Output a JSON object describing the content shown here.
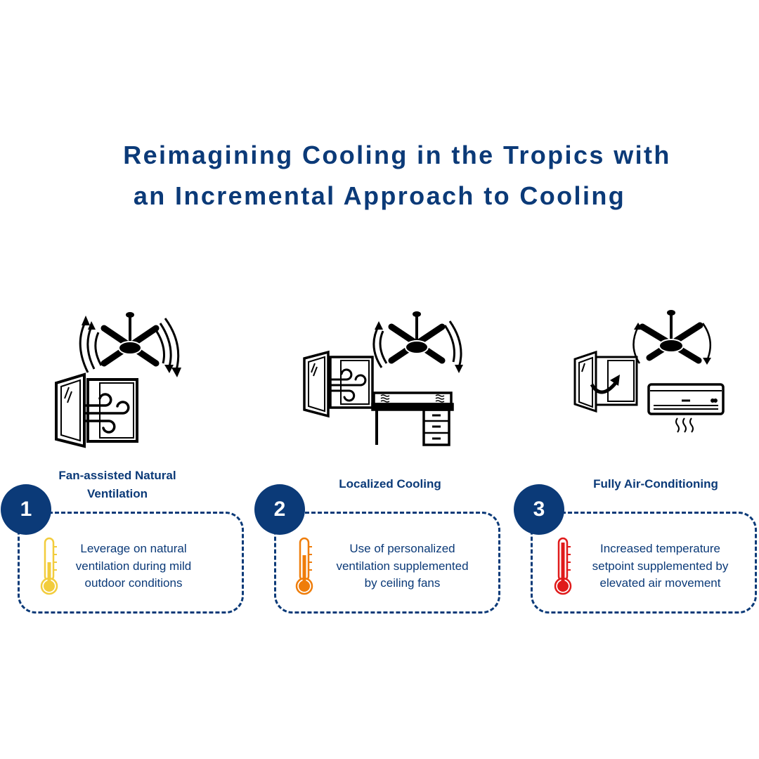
{
  "title": {
    "line1": "Reimagining Cooling in the Tropics with",
    "line2": "an Incremental Approach to Cooling"
  },
  "colors": {
    "primary": "#0b3a78",
    "thermo_mild": "#f2cc3c",
    "thermo_warm": "#ef7d0a",
    "thermo_hot": "#e01a1a"
  },
  "stages": [
    {
      "number": "1",
      "label": "Fan-assisted Natural Ventilation",
      "label_line1": "Fan-assisted Natural",
      "label_line2": "Ventilation",
      "description_line1": "Leverage on natural",
      "description_line2": "ventilation during mild",
      "description_line3": "outdoor conditions",
      "icon": "thermometer-low-icon",
      "illustration": "window-with-wind-and-ceiling-fan"
    },
    {
      "number": "2",
      "label": "Localized Cooling",
      "description_line1": "Use of personalized",
      "description_line2": "ventilation supplemented",
      "description_line3": "by ceiling fans",
      "icon": "thermometer-medium-icon",
      "illustration": "window-desk-with-personal-ventilation-and-ceiling-fan"
    },
    {
      "number": "3",
      "label": "Fully Air-Conditioning",
      "description_line1": "Increased temperature",
      "description_line2": "setpoint supplemented by",
      "description_line3": "elevated air movement",
      "icon": "thermometer-high-icon",
      "illustration": "closed-window-air-conditioner-and-ceiling-fan"
    }
  ]
}
